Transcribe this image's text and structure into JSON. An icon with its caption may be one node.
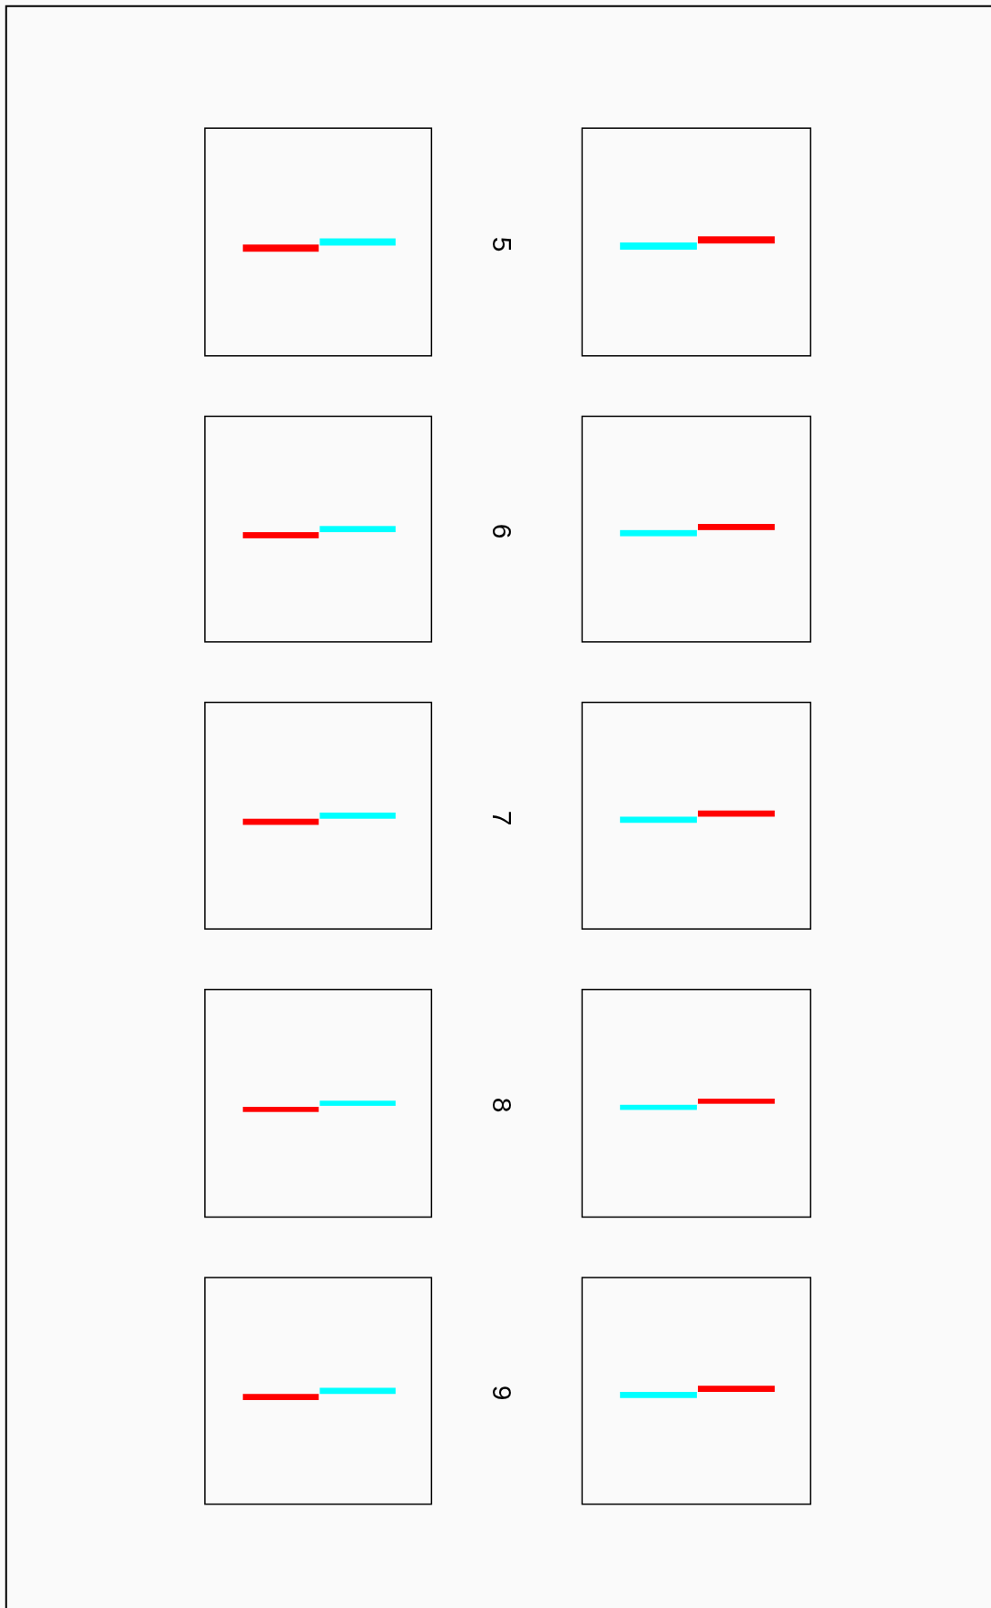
{
  "diagram": {
    "labels": [
      "5",
      "6",
      "7",
      "8",
      "9"
    ]
  }
}
